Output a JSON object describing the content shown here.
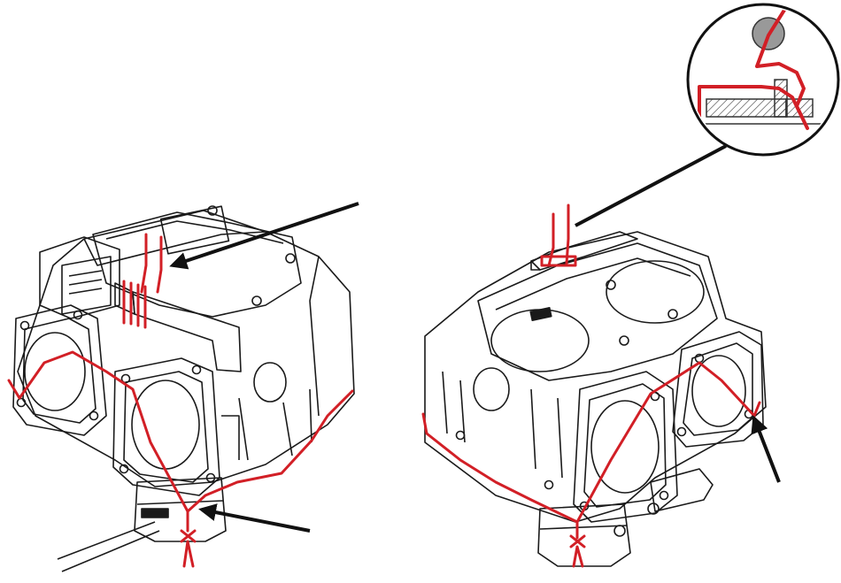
{
  "colors": {
    "background": "#ffffff",
    "line_art": "#1a1a1a",
    "seal_wire": "#d21f26",
    "arrow": "#111111",
    "detail_hatch": "#333333"
  },
  "left_view": {
    "name": "valve-view-inlet-side",
    "body_label": "",
    "plug_label": ""
  },
  "right_view": {
    "name": "valve-view-outlet-side",
    "body_label": "",
    "plug_label": ""
  },
  "detail_inset": {
    "name": "seal-wire-detail-magnifier"
  },
  "arrows": [
    {
      "id": "arrow-left-top",
      "target": "seal-clip-top-left"
    },
    {
      "id": "arrow-left-bottom",
      "target": "seal-knot-bottom-left"
    },
    {
      "id": "arrow-right-bottom",
      "target": "seal-screw-right-flange"
    }
  ],
  "icons": [
    "seal-knot-icon",
    "screw-head-icon",
    "arrow-icon"
  ]
}
